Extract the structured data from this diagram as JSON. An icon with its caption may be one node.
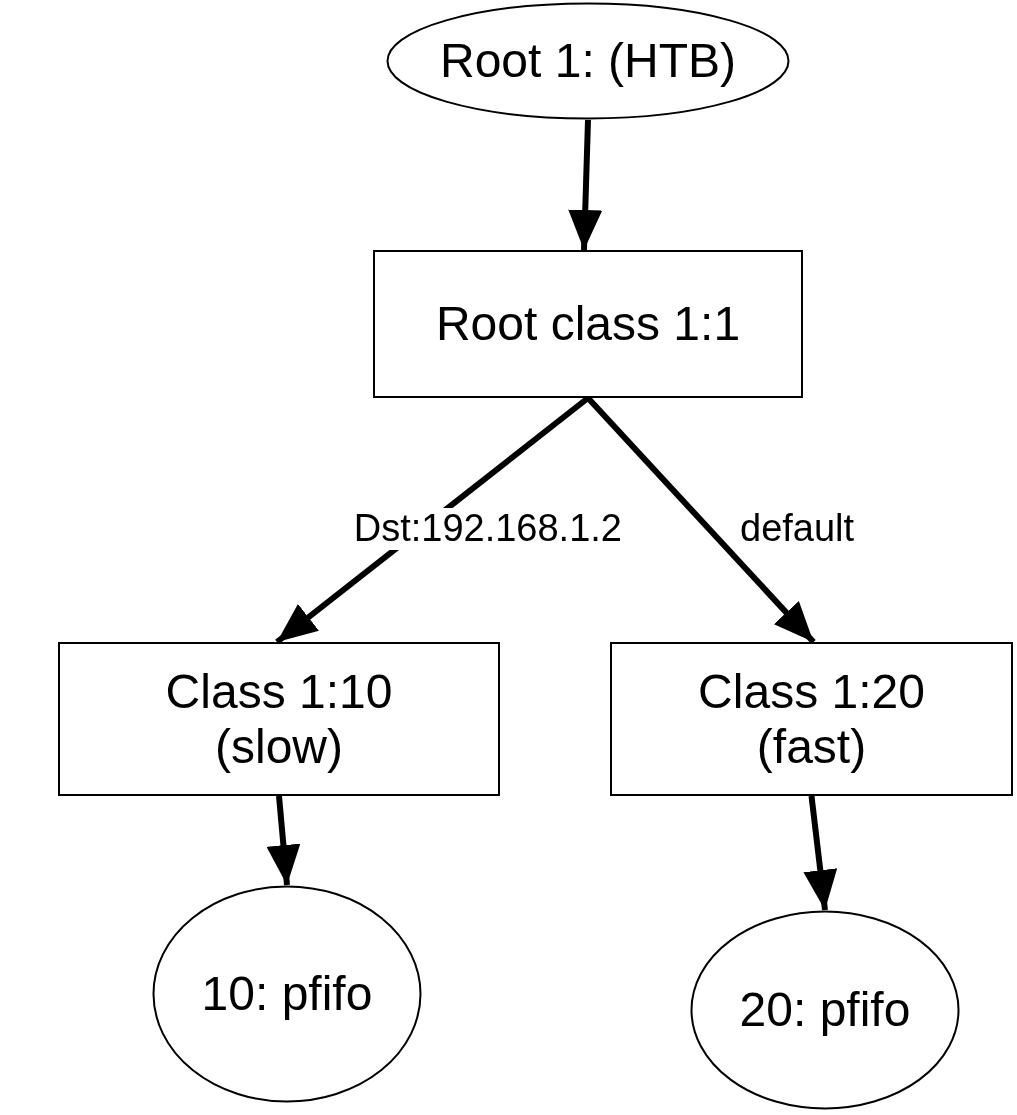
{
  "diagram": {
    "nodes": [
      {
        "text": [
          "Root 1: (HTB)"
        ]
      },
      {
        "text": [
          "Root class 1:1"
        ]
      },
      {
        "text": [
          "Class 1:10 (slow)"
        ]
      },
      {
        "text": [
          "Class 1:20 (fast)"
        ]
      },
      {
        "text": [
          "10: pfifo"
        ]
      },
      {
        "text": [
          "20: pfifo"
        ]
      }
    ],
    "edges": [
      {
        "from": 0,
        "to": 1,
        "arrow": "to"
      },
      {
        "from": 1,
        "to": 2,
        "arrow": "to",
        "label": "Dst:192.168.1.2"
      },
      {
        "from": 1,
        "to": 3,
        "arrow": "to",
        "label": "default"
      },
      {
        "from": 2,
        "to": 4,
        "arrow": "to"
      },
      {
        "from": 3,
        "to": 5,
        "arrow": "to"
      }
    ]
  }
}
